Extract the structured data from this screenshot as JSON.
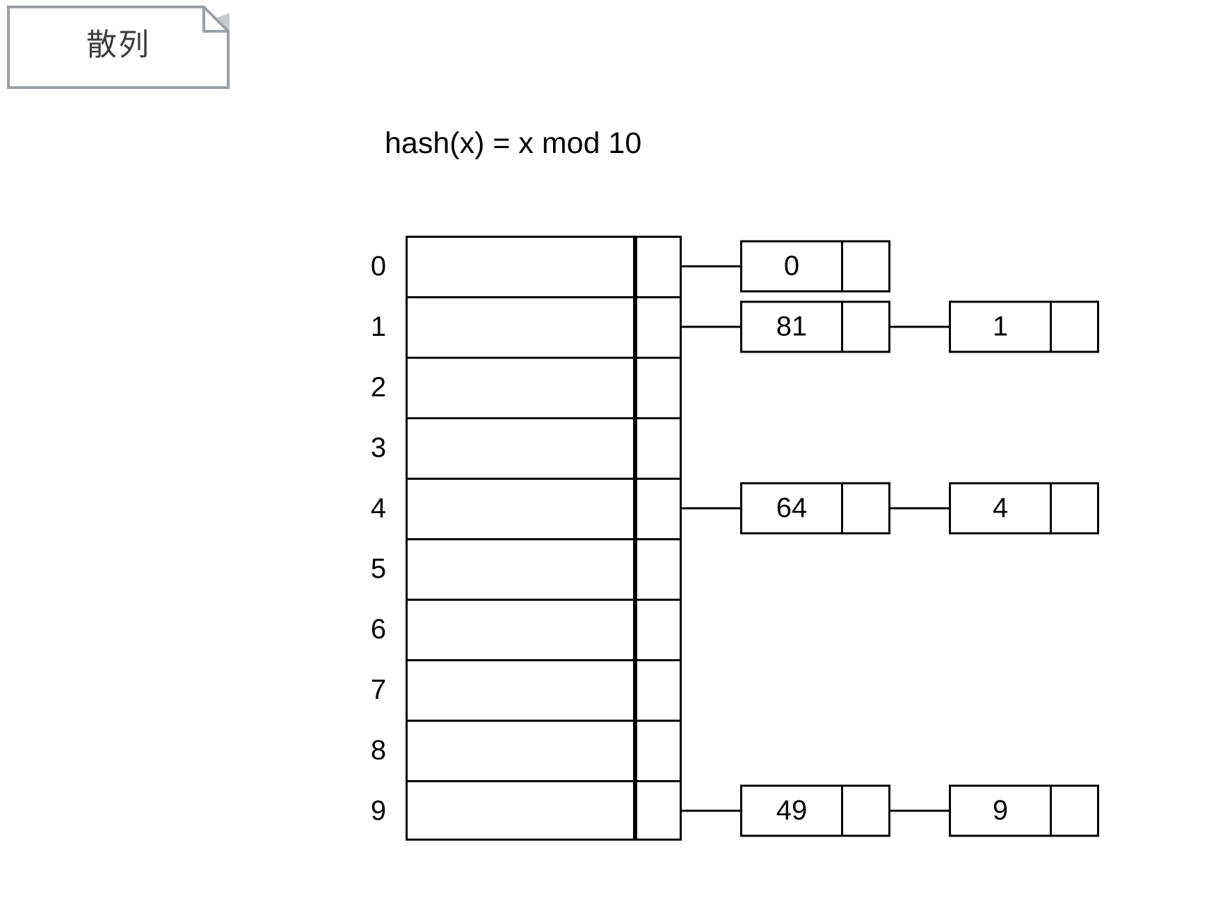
{
  "note": {
    "label": "散列",
    "border_color": "#9aa0a6",
    "shadow_color": "#c8ccd0",
    "text_color": "#3d3d3d"
  },
  "formula": {
    "text": "hash(x) = x mod 10"
  },
  "diagram": {
    "type": "hash-table-separate-chaining",
    "table_size": 10,
    "line_color": "#000000",
    "buckets": [
      {
        "index": "0",
        "nodes": [
          "0"
        ]
      },
      {
        "index": "1",
        "nodes": [
          "81",
          "1"
        ]
      },
      {
        "index": "2",
        "nodes": []
      },
      {
        "index": "3",
        "nodes": []
      },
      {
        "index": "4",
        "nodes": [
          "64",
          "4"
        ]
      },
      {
        "index": "5",
        "nodes": []
      },
      {
        "index": "6",
        "nodes": []
      },
      {
        "index": "7",
        "nodes": []
      },
      {
        "index": "8",
        "nodes": []
      },
      {
        "index": "9",
        "nodes": [
          "49",
          "9"
        ]
      }
    ]
  }
}
